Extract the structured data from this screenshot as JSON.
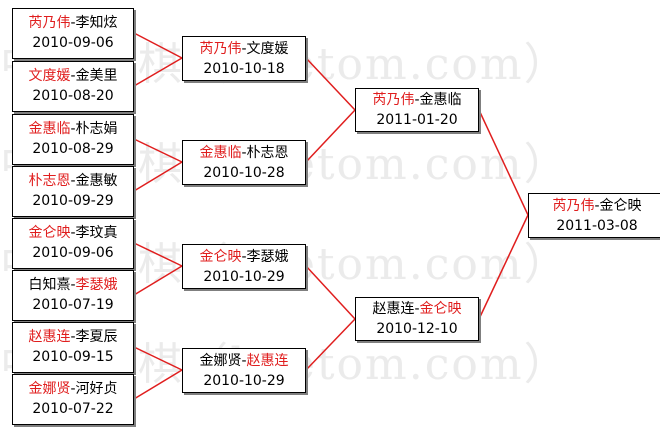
{
  "watermark": {
    "lines": [
      "中国围棋（hoetom.com）",
      "中国围棋（hoetom.com）",
      "中国围棋（hoetom.com）",
      "中国围棋（hoetom.com）"
    ]
  },
  "colors": {
    "winner": "#e01e1e",
    "text": "#000000",
    "connector": "#e01e1e",
    "watermark": "#ebebeb"
  },
  "round1": [
    {
      "winner": "芮乃伟",
      "loser": "李知炫",
      "winner_first": true,
      "date": "2010-09-06"
    },
    {
      "winner": "文度媛",
      "loser": "金美里",
      "winner_first": true,
      "date": "2010-08-20"
    },
    {
      "winner": "金惠临",
      "loser": "朴志娟",
      "winner_first": true,
      "date": "2010-08-29"
    },
    {
      "winner": "朴志恩",
      "loser": "金惠敏",
      "winner_first": true,
      "date": "2010-09-29"
    },
    {
      "winner": "金仑映",
      "loser": "李玟真",
      "winner_first": true,
      "date": "2010-09-06"
    },
    {
      "winner": "李瑟娥",
      "loser": "白知熹",
      "winner_first": false,
      "date": "2010-07-19"
    },
    {
      "winner": "赵惠连",
      "loser": "李夏辰",
      "winner_first": true,
      "date": "2010-09-15"
    },
    {
      "winner": "金娜贤",
      "loser": "河好贞",
      "winner_first": true,
      "date": "2010-07-22"
    }
  ],
  "round2": [
    {
      "winner": "芮乃伟",
      "loser": "文度媛",
      "winner_first": true,
      "date": "2010-10-18"
    },
    {
      "winner": "金惠临",
      "loser": "朴志恩",
      "winner_first": true,
      "date": "2010-10-28"
    },
    {
      "winner": "金仑映",
      "loser": "李瑟娥",
      "winner_first": true,
      "date": "2010-10-29"
    },
    {
      "winner": "赵惠连",
      "loser": "金娜贤",
      "winner_first": false,
      "date": "2010-10-29"
    }
  ],
  "round3": [
    {
      "winner": "芮乃伟",
      "loser": "金惠临",
      "winner_first": true,
      "date": "2011-01-20"
    },
    {
      "winner": "金仑映",
      "loser": "赵惠连",
      "winner_first": false,
      "date": "2010-12-10"
    }
  ],
  "final": [
    {
      "winner": "芮乃伟",
      "loser": "金仑映",
      "winner_first": true,
      "date": "2011-03-08"
    }
  ]
}
